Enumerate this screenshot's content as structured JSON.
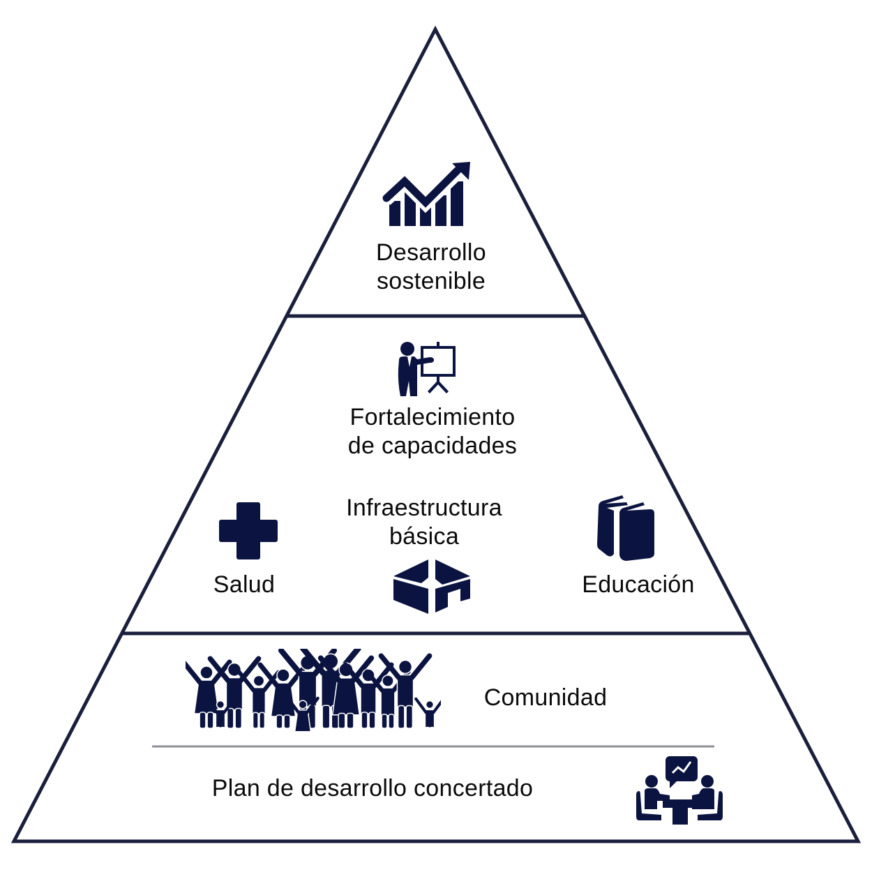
{
  "diagram": {
    "title": "Pirámide de desarrollo",
    "colors": {
      "outline": "#1a1f3c",
      "icon": "#0b1440",
      "divider": "#8f9096",
      "text": "#0a0a0a",
      "background": "#ffffff"
    },
    "levels": [
      {
        "id": "top",
        "lines": [
          "Desarrollo",
          "sostenible"
        ],
        "icon": "growth-chart-icon"
      },
      {
        "id": "middle",
        "items": [
          {
            "lines": [
              "Fortalecimiento",
              "de capacidades"
            ],
            "icon": "presentation-icon"
          },
          {
            "lines": [
              "Infraestructura",
              "básica"
            ],
            "icon": "building-icon"
          },
          {
            "lines": [
              "Salud"
            ],
            "icon": "health-cross-icon"
          },
          {
            "lines": [
              "Educación"
            ],
            "icon": "books-icon"
          }
        ]
      },
      {
        "id": "base",
        "items": [
          {
            "lines": [
              "Comunidad"
            ],
            "icon": "community-crowd-icon"
          },
          {
            "lines": [
              "Plan de desarrollo concertado"
            ],
            "icon": "meeting-icon"
          }
        ]
      }
    ]
  }
}
